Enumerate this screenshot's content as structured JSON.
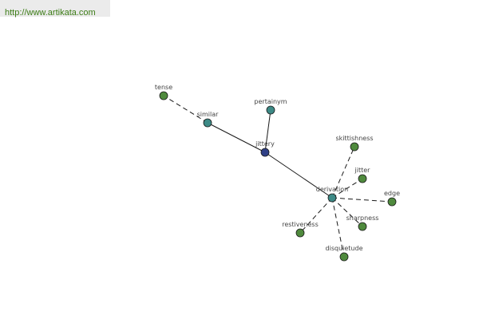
{
  "site": {
    "url": "http://www.artikata.com"
  },
  "colors": {
    "center_node": "#2f3f86",
    "relation_node": "#3d8a86",
    "word_node": "#4f8a3d",
    "edge": "#1a1a1a",
    "link": "#3d7d17"
  },
  "graph": {
    "nodes": [
      {
        "id": "jittery",
        "label": "jittery",
        "kind": "center"
      },
      {
        "id": "similar",
        "label": "similar",
        "kind": "relation"
      },
      {
        "id": "pertainym",
        "label": "pertainym",
        "kind": "relation"
      },
      {
        "id": "derivation",
        "label": "derivation",
        "kind": "relation"
      },
      {
        "id": "tense",
        "label": "tense",
        "kind": "word"
      },
      {
        "id": "skittishness",
        "label": "skittishness",
        "kind": "word"
      },
      {
        "id": "jitter",
        "label": "jitter",
        "kind": "word"
      },
      {
        "id": "edge",
        "label": "edge",
        "kind": "word"
      },
      {
        "id": "sharpness",
        "label": "sharpness",
        "kind": "word"
      },
      {
        "id": "restiveness",
        "label": "restiveness",
        "kind": "word"
      },
      {
        "id": "disquietude",
        "label": "disquietude",
        "kind": "word"
      }
    ],
    "edges": [
      {
        "from": "jittery",
        "to": "similar",
        "style": "solid"
      },
      {
        "from": "jittery",
        "to": "pertainym",
        "style": "solid"
      },
      {
        "from": "jittery",
        "to": "derivation",
        "style": "solid"
      },
      {
        "from": "similar",
        "to": "tense",
        "style": "dashed"
      },
      {
        "from": "derivation",
        "to": "skittishness",
        "style": "dashed"
      },
      {
        "from": "derivation",
        "to": "jitter",
        "style": "dashed"
      },
      {
        "from": "derivation",
        "to": "edge",
        "style": "dashed"
      },
      {
        "from": "derivation",
        "to": "sharpness",
        "style": "dashed"
      },
      {
        "from": "derivation",
        "to": "restiveness",
        "style": "dashed"
      },
      {
        "from": "derivation",
        "to": "disquietude",
        "style": "dashed"
      }
    ]
  }
}
